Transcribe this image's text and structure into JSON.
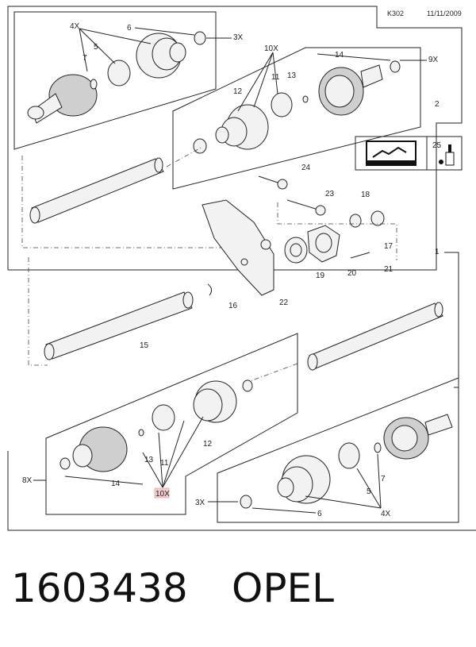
{
  "header": {
    "code": "K302",
    "date": "11/11/2009"
  },
  "labels": {
    "top_4x": "4X",
    "top_6": "6",
    "top_3x": "3X",
    "top_5": "5",
    "top_7": "7",
    "mid_10x": "10X",
    "mid_14": "14",
    "mid_9x": "9X",
    "mid_11": "11",
    "mid_13": "13",
    "mid_12": "12",
    "mid_2": "2",
    "mid_24": "24",
    "mid_23": "23",
    "mid_18": "18",
    "mid_17": "17",
    "mid_21": "21",
    "mid_19": "19",
    "mid_20": "20",
    "mid_22": "22",
    "mid_16": "16",
    "mid_15": "15",
    "mid_1": "1",
    "mid_25": "25",
    "bot_12": "12",
    "bot_13": "13",
    "bot_11": "11",
    "bot_14": "14",
    "bot_10x": "10X",
    "bot_8x": "8X",
    "bot_3x": "3X",
    "bot_6": "6",
    "bot_4x": "4X",
    "bot_5": "5",
    "bot_7": "7"
  },
  "icons": [
    "manual-book-icon",
    "grease-tube-icon"
  ],
  "footer": {
    "part_number": "1603438",
    "brand": "OPEL"
  }
}
